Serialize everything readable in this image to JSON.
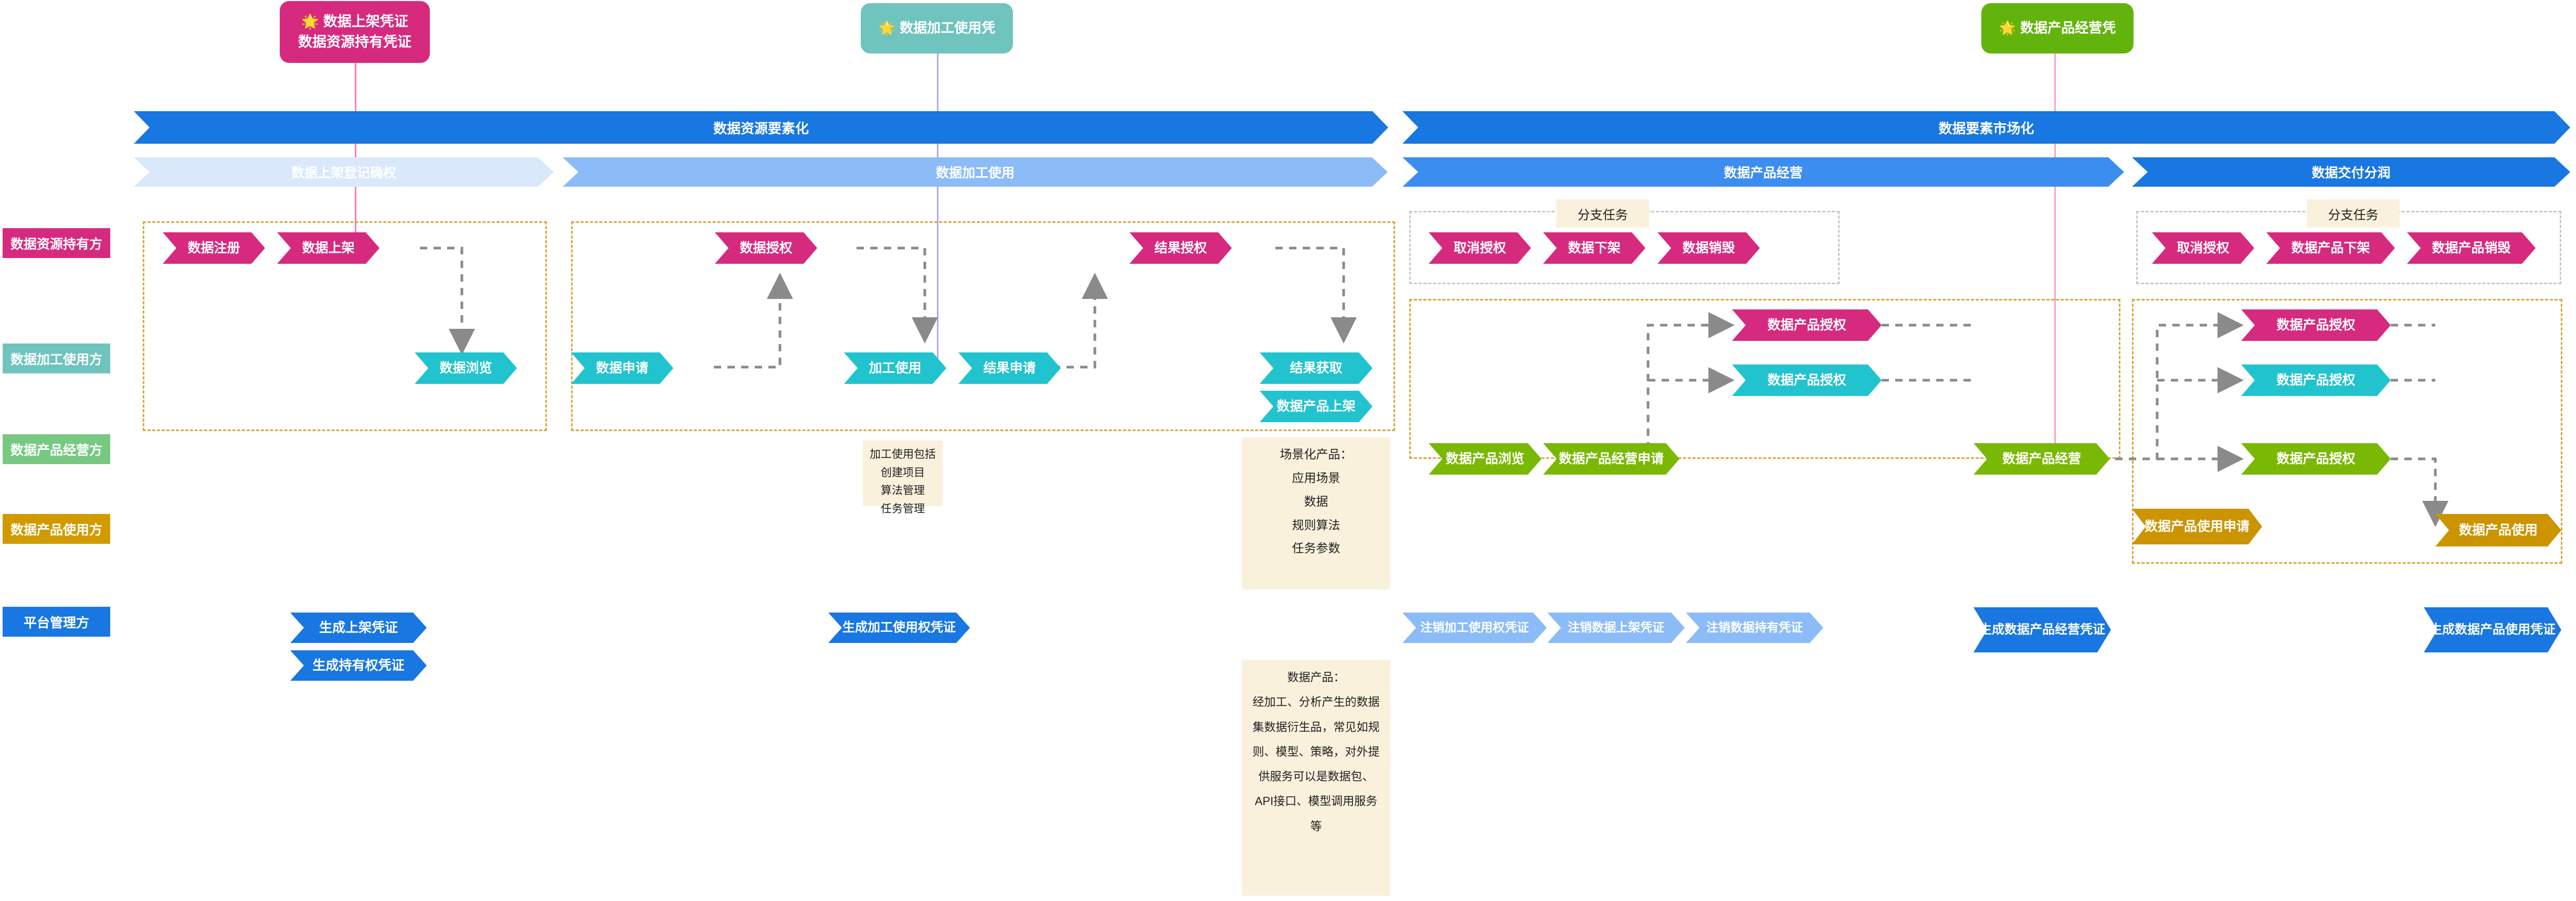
{
  "credentials": [
    {
      "id": "data-listing-cert",
      "lines": [
        "数据上架凭证",
        "数据资源持有凭证"
      ],
      "color": "#d62a7f",
      "icon": "star-icon"
    },
    {
      "id": "data-processing-cert",
      "lines": [
        "数据加工使用凭"
      ],
      "color": "#6fc4bd",
      "icon": "star-icon"
    },
    {
      "id": "data-product-operation-cert",
      "lines": [
        "数据产品经营凭"
      ],
      "color": "#63b30d",
      "icon": "star-icon"
    }
  ],
  "top_banners": [
    {
      "label": "数据资源要素化",
      "color": "#1877e0"
    },
    {
      "label": "数据要素市场化",
      "color": "#1877e0"
    }
  ],
  "sub_banners": [
    {
      "label": "数据上架登记确权",
      "color": "#d9e8fb",
      "text_color": "#ffffff"
    },
    {
      "label": "数据加工使用",
      "color": "#8cbcf7",
      "text_color": "#ffffff"
    },
    {
      "label": "数据产品经营",
      "color": "#3b8ef0",
      "text_color": "#ffffff"
    },
    {
      "label": "数据交付分润",
      "color": "#1877e0",
      "text_color": "#ffffff"
    }
  ],
  "roles": [
    {
      "label": "数据资源持有方",
      "color": "#d62a7f"
    },
    {
      "label": "数据加工使用方",
      "color": "#6fc4bd"
    },
    {
      "label": "数据产品经营方",
      "color": "#77c982"
    },
    {
      "label": "数据产品使用方",
      "color": "#d19b00"
    },
    {
      "label": "平台管理方",
      "color": "#1877e0"
    }
  ],
  "steps": {
    "holder": [
      {
        "label": "数据注册",
        "color": "#d62a7f"
      },
      {
        "label": "数据上架",
        "color": "#d62a7f"
      },
      {
        "label": "数据授权",
        "color": "#d62a7f"
      },
      {
        "label": "结果授权",
        "color": "#d62a7f"
      },
      {
        "label": "取消授权",
        "color": "#d62a7f"
      },
      {
        "label": "数据下架",
        "color": "#d62a7f"
      },
      {
        "label": "数据销毁",
        "color": "#d62a7f"
      },
      {
        "label": "数据产品授权",
        "color": "#d62a7f"
      },
      {
        "label": "取消授权",
        "color": "#d62a7f"
      },
      {
        "label": "数据产品下架",
        "color": "#d62a7f"
      },
      {
        "label": "数据产品销毁",
        "color": "#d62a7f"
      },
      {
        "label": "数据产品授权",
        "color": "#d62a7f"
      }
    ],
    "processor": [
      {
        "label": "数据浏览",
        "color": "#21c3ce"
      },
      {
        "label": "数据申请",
        "color": "#21c3ce"
      },
      {
        "label": "加工使用",
        "color": "#21c3ce"
      },
      {
        "label": "结果申请",
        "color": "#21c3ce"
      },
      {
        "label": "结果获取",
        "color": "#21c3ce"
      },
      {
        "label": "数据产品上架",
        "color": "#21c3ce"
      },
      {
        "label": "数据产品授权",
        "color": "#21c3ce"
      },
      {
        "label": "数据产品授权",
        "color": "#21c3ce"
      }
    ],
    "operator": [
      {
        "label": "数据产品浏览",
        "color": "#7ab806"
      },
      {
        "label": "数据产品经营申请",
        "color": "#7ab806"
      },
      {
        "label": "数据产品经营",
        "color": "#7ab806"
      },
      {
        "label": "数据产品授权",
        "color": "#7ab806"
      }
    ],
    "product_user": [
      {
        "label": "数据产品使用申请",
        "color": "#cc9400"
      },
      {
        "label": "数据产品使用",
        "color": "#cc9400"
      }
    ],
    "platform": [
      {
        "label": "生成上架凭证",
        "color": "#1877e0"
      },
      {
        "label": "生成持有权凭证",
        "color": "#1877e0"
      },
      {
        "label": "生成加工使用权凭证",
        "color": "#1877e0"
      },
      {
        "label": "注销加工使用权凭证",
        "color": "#8cbcf7"
      },
      {
        "label": "注销数据上架凭证",
        "color": "#8cbcf7"
      },
      {
        "label": "注销数据持有凭证",
        "color": "#8cbcf7"
      },
      {
        "label": "生成数据产品经营凭证",
        "color": "#1877e0"
      },
      {
        "label": "生成数据产品使用凭证",
        "color": "#1877e0"
      }
    ]
  },
  "branch_tags": [
    {
      "label": "分支任务"
    },
    {
      "label": "分支任务"
    }
  ],
  "notes": [
    {
      "id": "processing-note",
      "lines": [
        "加工使用包括",
        "创建项目",
        "算法管理",
        "任务管理"
      ]
    },
    {
      "id": "scenario-product-note",
      "lines": [
        "场景化产品：",
        "应用场景",
        "数据",
        "规则算法",
        "任务参数"
      ]
    },
    {
      "id": "data-product-note",
      "lines": [
        "数据产品：",
        "经加工、分析产生的数据",
        "集数据衍生品，常见如规",
        "则、模型、策略，对外提",
        "供服务可以是数据包、",
        "API接口、模型调用服务",
        "等"
      ]
    }
  ],
  "colors": {
    "pink": "#d62a7f",
    "teal": "#21c3ce",
    "teal_soft": "#6fc4bd",
    "green": "#7ab806",
    "green_soft": "#77c982",
    "gold": "#cc9400",
    "blue": "#1877e0",
    "blue_light": "#8cbcf7",
    "blue_pale": "#d9e8fb",
    "note_bg": "#faf1dc",
    "group_border": "#d8a83c",
    "link": "#808080",
    "cred_line_pink": "#f27fc0",
    "cred_line_purple": "#b9a6e0"
  }
}
